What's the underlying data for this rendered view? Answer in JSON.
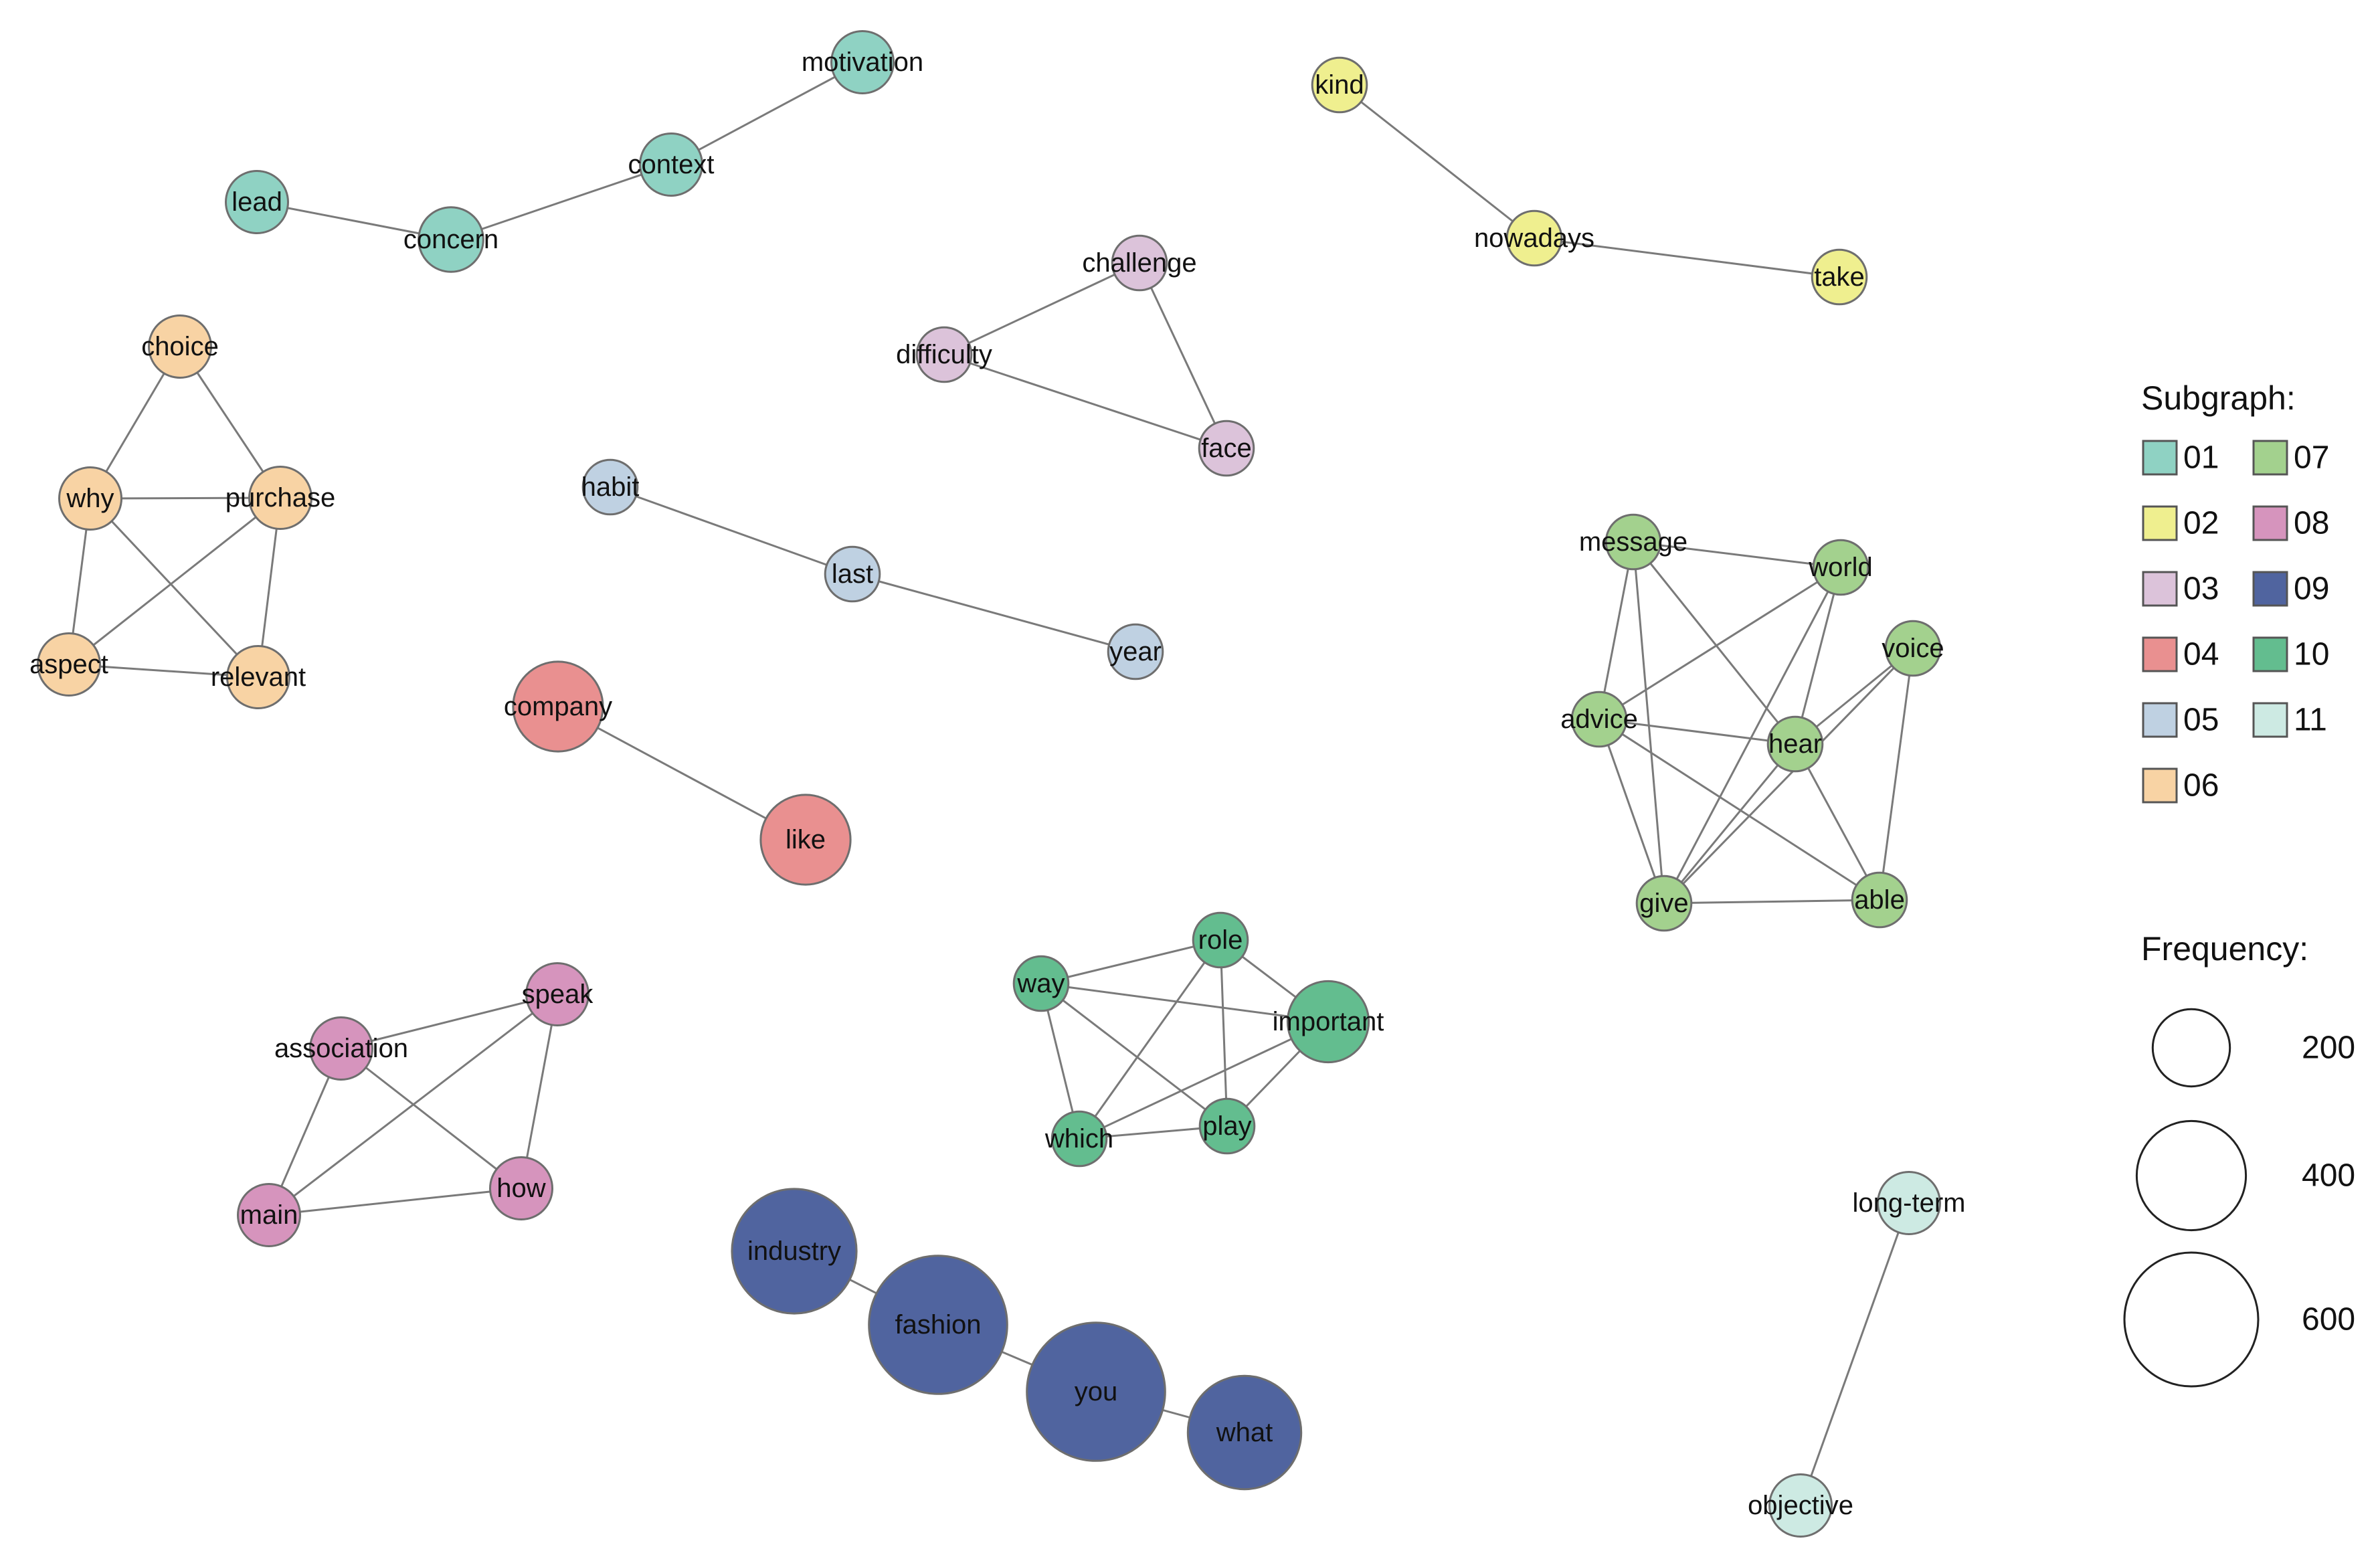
{
  "legend": {
    "subgraph_title": "Subgraph:",
    "frequency_title": "Frequency:",
    "subgraphs": [
      {
        "id": "01",
        "label": "01",
        "color": "#8fd2c3"
      },
      {
        "id": "02",
        "label": "02",
        "color": "#efef8f"
      },
      {
        "id": "03",
        "label": "03",
        "color": "#dcc3da"
      },
      {
        "id": "04",
        "label": "04",
        "color": "#e99090"
      },
      {
        "id": "05",
        "label": "05",
        "color": "#bfd1e2"
      },
      {
        "id": "06",
        "label": "06",
        "color": "#f8d3a4"
      },
      {
        "id": "07",
        "label": "07",
        "color": "#a3d18e"
      },
      {
        "id": "08",
        "label": "08",
        "color": "#d694bd"
      },
      {
        "id": "09",
        "label": "09",
        "color": "#50649f"
      },
      {
        "id": "10",
        "label": "10",
        "color": "#63bd8f"
      },
      {
        "id": "11",
        "label": "11",
        "color": "#cdeae3"
      }
    ],
    "frequency_scale": [
      {
        "value": 200,
        "label": "200"
      },
      {
        "value": 400,
        "label": "400"
      },
      {
        "value": 600,
        "label": "600"
      }
    ]
  },
  "nodes": [
    {
      "id": "motivation",
      "label": "motivation",
      "group": "01",
      "freq": 130
    },
    {
      "id": "context",
      "label": "context",
      "group": "01",
      "freq": 130
    },
    {
      "id": "lead",
      "label": "lead",
      "group": "01",
      "freq": 130
    },
    {
      "id": "concern",
      "label": "concern",
      "group": "01",
      "freq": 140
    },
    {
      "id": "kind",
      "label": "kind",
      "group": "02",
      "freq": 100
    },
    {
      "id": "nowadays",
      "label": "nowadays",
      "group": "02",
      "freq": 100
    },
    {
      "id": "take",
      "label": "take",
      "group": "02",
      "freq": 100
    },
    {
      "id": "challenge",
      "label": "challenge",
      "group": "03",
      "freq": 100
    },
    {
      "id": "difficulty",
      "label": "difficulty",
      "group": "03",
      "freq": 100
    },
    {
      "id": "face",
      "label": "face",
      "group": "03",
      "freq": 100
    },
    {
      "id": "company",
      "label": "company",
      "group": "04",
      "freq": 270
    },
    {
      "id": "like",
      "label": "like",
      "group": "04",
      "freq": 270
    },
    {
      "id": "habit",
      "label": "habit",
      "group": "05",
      "freq": 100
    },
    {
      "id": "last",
      "label": "last",
      "group": "05",
      "freq": 100
    },
    {
      "id": "year",
      "label": "year",
      "group": "05",
      "freq": 100
    },
    {
      "id": "choice",
      "label": "choice",
      "group": "06",
      "freq": 130
    },
    {
      "id": "why",
      "label": "why",
      "group": "06",
      "freq": 130
    },
    {
      "id": "purchase",
      "label": "purchase",
      "group": "06",
      "freq": 130
    },
    {
      "id": "aspect",
      "label": "aspect",
      "group": "06",
      "freq": 130
    },
    {
      "id": "relevant",
      "label": "relevant",
      "group": "06",
      "freq": 130
    },
    {
      "id": "message",
      "label": "message",
      "group": "07",
      "freq": 100
    },
    {
      "id": "world",
      "label": "world",
      "group": "07",
      "freq": 100
    },
    {
      "id": "voice",
      "label": "voice",
      "group": "07",
      "freq": 100
    },
    {
      "id": "advice",
      "label": "advice",
      "group": "07",
      "freq": 100
    },
    {
      "id": "hear",
      "label": "hear",
      "group": "07",
      "freq": 100
    },
    {
      "id": "give",
      "label": "give",
      "group": "07",
      "freq": 100
    },
    {
      "id": "able",
      "label": "able",
      "group": "07",
      "freq": 100
    },
    {
      "id": "speak",
      "label": "speak",
      "group": "08",
      "freq": 130
    },
    {
      "id": "association",
      "label": "association",
      "group": "08",
      "freq": 130
    },
    {
      "id": "main",
      "label": "main",
      "group": "08",
      "freq": 130
    },
    {
      "id": "how",
      "label": "how",
      "group": "08",
      "freq": 130
    },
    {
      "id": "industry",
      "label": "industry",
      "group": "09",
      "freq": 520
    },
    {
      "id": "fashion",
      "label": "fashion",
      "group": "09",
      "freq": 640
    },
    {
      "id": "you",
      "label": "you",
      "group": "09",
      "freq": 640
    },
    {
      "id": "what",
      "label": "what",
      "group": "09",
      "freq": 430
    },
    {
      "id": "role",
      "label": "role",
      "group": "10",
      "freq": 100
    },
    {
      "id": "way",
      "label": "way",
      "group": "10",
      "freq": 100
    },
    {
      "id": "important",
      "label": "important",
      "group": "10",
      "freq": 220
    },
    {
      "id": "which",
      "label": "which",
      "group": "10",
      "freq": 100
    },
    {
      "id": "play",
      "label": "play",
      "group": "10",
      "freq": 100
    },
    {
      "id": "long-term",
      "label": "long-term",
      "group": "11",
      "freq": 130
    },
    {
      "id": "objective",
      "label": "objective",
      "group": "11",
      "freq": 130
    }
  ],
  "edges": [
    [
      "lead",
      "concern"
    ],
    [
      "concern",
      "context"
    ],
    [
      "context",
      "motivation"
    ],
    [
      "kind",
      "nowadays"
    ],
    [
      "nowadays",
      "take"
    ],
    [
      "challenge",
      "difficulty"
    ],
    [
      "challenge",
      "face"
    ],
    [
      "difficulty",
      "face"
    ],
    [
      "company",
      "like"
    ],
    [
      "habit",
      "last"
    ],
    [
      "last",
      "year"
    ],
    [
      "choice",
      "why"
    ],
    [
      "choice",
      "purchase"
    ],
    [
      "why",
      "purchase"
    ],
    [
      "why",
      "aspect"
    ],
    [
      "why",
      "relevant"
    ],
    [
      "purchase",
      "aspect"
    ],
    [
      "purchase",
      "relevant"
    ],
    [
      "aspect",
      "relevant"
    ],
    [
      "message",
      "world"
    ],
    [
      "message",
      "advice"
    ],
    [
      "message",
      "hear"
    ],
    [
      "message",
      "give"
    ],
    [
      "world",
      "advice"
    ],
    [
      "world",
      "hear"
    ],
    [
      "world",
      "give"
    ],
    [
      "voice",
      "hear"
    ],
    [
      "voice",
      "give"
    ],
    [
      "voice",
      "able"
    ],
    [
      "advice",
      "hear"
    ],
    [
      "advice",
      "give"
    ],
    [
      "advice",
      "able"
    ],
    [
      "hear",
      "give"
    ],
    [
      "hear",
      "able"
    ],
    [
      "give",
      "able"
    ],
    [
      "association",
      "speak"
    ],
    [
      "association",
      "main"
    ],
    [
      "association",
      "how"
    ],
    [
      "main",
      "speak"
    ],
    [
      "main",
      "how"
    ],
    [
      "speak",
      "how"
    ],
    [
      "industry",
      "fashion"
    ],
    [
      "fashion",
      "you"
    ],
    [
      "you",
      "what"
    ],
    [
      "way",
      "role"
    ],
    [
      "way",
      "important"
    ],
    [
      "way",
      "which"
    ],
    [
      "way",
      "play"
    ],
    [
      "role",
      "important"
    ],
    [
      "role",
      "which"
    ],
    [
      "role",
      "play"
    ],
    [
      "important",
      "which"
    ],
    [
      "important",
      "play"
    ],
    [
      "which",
      "play"
    ],
    [
      "long-term",
      "objective"
    ]
  ]
}
